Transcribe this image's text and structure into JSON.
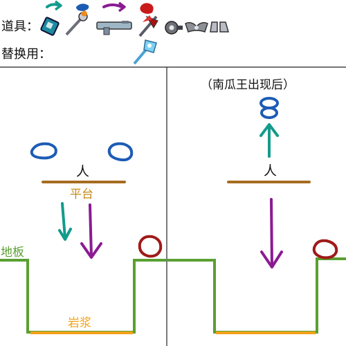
{
  "header": {
    "items_label": "道具：",
    "replacement_label": "替换用："
  },
  "icons": [
    "bee-book-icon",
    "flamelash-staff-icon",
    "tactical-rifle-icon",
    "red-axe-icon",
    "gear-accessory-icon",
    "wings-accessory-icon",
    "boots-accessory-icon",
    "frost-staff-icon"
  ],
  "left_scene": {
    "person_label": "人",
    "platform_label": "平台",
    "floor_label": "地板",
    "lava_label": "岩浆"
  },
  "right_scene": {
    "note": "（南瓜王出现后）",
    "person_label": "人"
  },
  "colors": {
    "teal": "#139b8c",
    "purple": "#8b1b92",
    "blue": "#1d5cb4",
    "red": "#a01a1a",
    "platform": "#a66c21",
    "ground": "#5aa032",
    "lava": "#f3a21a"
  }
}
